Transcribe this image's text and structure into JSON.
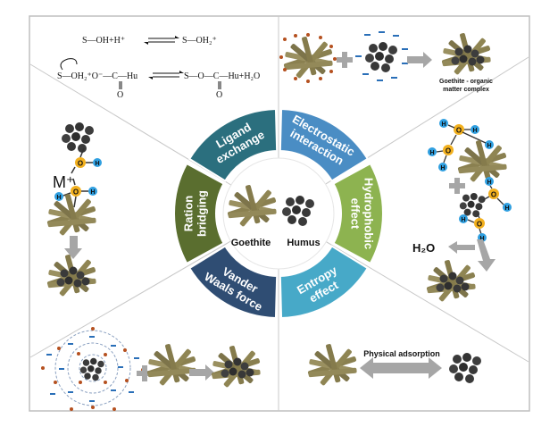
{
  "colors": {
    "ligand": "#2b6f7e",
    "electrostatic": "#4a8dc4",
    "hydrophobic": "#8db350",
    "entropy": "#47a9c8",
    "vander": "#2f4d73",
    "ration": "#5a6e2f",
    "goethite": "#8a8050",
    "humus": "#3a3a3a",
    "oxygen": "#f2b01e",
    "hydrogen": "#2f9fe0",
    "arrow": "#a6a6a6",
    "plus": "#a6a6a6"
  },
  "equations": {
    "eq1_left": "S—OH+H⁺",
    "eq1_right": "S—OH₂⁺",
    "eq2_left_s": "S—OH₂⁺O⁻—C—Hu",
    "eq2_left_o": "O",
    "eq2_right": "S—O—C—Hu+H₂O",
    "eq2_right_o": "O"
  },
  "wheel": {
    "segments": [
      {
        "id": "ligand",
        "label": [
          "Ligand",
          "exchange"
        ]
      },
      {
        "id": "electrostatic",
        "label": [
          "Electrostatic",
          "interaction"
        ]
      },
      {
        "id": "hydrophobic",
        "label": [
          "Hydrophobic",
          "effect"
        ]
      },
      {
        "id": "entropy",
        "label": [
          "Entropy",
          "effect"
        ]
      },
      {
        "id": "vander",
        "label": [
          "Vander",
          "Waals force"
        ]
      },
      {
        "id": "ration",
        "label": [
          "Ration",
          "bridging"
        ]
      }
    ],
    "center_left": "Goethite",
    "center_right": "Humus"
  },
  "panels": {
    "top_right_caption": [
      "Goethite - organic",
      "matter complex"
    ],
    "left_cation": "M⁺",
    "atom_o": "O",
    "atom_h": "H",
    "water": "H₂O",
    "physical": "Physical adsorption"
  }
}
